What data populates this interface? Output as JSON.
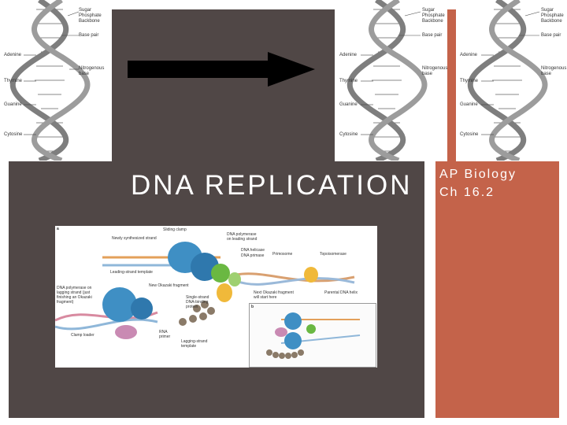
{
  "slide": {
    "title": "DNA REPLICATION",
    "subtitle_line1": "AP Biology",
    "subtitle_line2": "Ch 16.2"
  },
  "helix_labels": {
    "sugar1": "Sugar",
    "sugar2": "Phosphate",
    "sugar3": "Backbone",
    "base_pair": "Base pair",
    "adenine": "Adenine",
    "thymine": "Thymine",
    "guanine": "Guanine",
    "cytosine": "Cytosine",
    "nitro1": "Nitrogenous",
    "nitro2": "base"
  },
  "replication_figure": {
    "panel_a": "a",
    "panel_b": "b",
    "sliding_clamp": "Sliding clamp",
    "new_strand": "Newly synthesized strand",
    "pol_leading1": "DNA polymerase",
    "pol_leading2": "on leading strand",
    "helicase": "DNA helicase",
    "primase_lbl": "DNA primase",
    "primosome": "Primosome",
    "topo": "Topoisomerase",
    "leading_template": "Leading-strand template",
    "okazaki": "New Okazaki fragment",
    "pol_lagging1": "DNA polymerase on",
    "pol_lagging2": "lagging strand (just",
    "pol_lagging3": "finishing an Okazaki",
    "pol_lagging4": "fragment)",
    "ssb1": "Single-strand",
    "ssb2": "DNA-binding",
    "ssb3": "protein",
    "next_okazaki1": "Next Okazaki fragment",
    "next_okazaki2": "will start here",
    "parental": "Parental DNA helix",
    "clamp_loader": "Clamp loader",
    "rna_primer1": "RNA",
    "rna_primer2": "primer",
    "lagging_template1": "Lagging-strand",
    "lagging_template2": "template"
  },
  "colors": {
    "dark_panel": "#504746",
    "accent": "#c4634a",
    "arrow": "#000000",
    "protein_blue": "#3f8fc4",
    "helicase_green": "#6ab842",
    "primase_yellow": "#f0b93a",
    "clamp_pink": "#c98ab3"
  }
}
